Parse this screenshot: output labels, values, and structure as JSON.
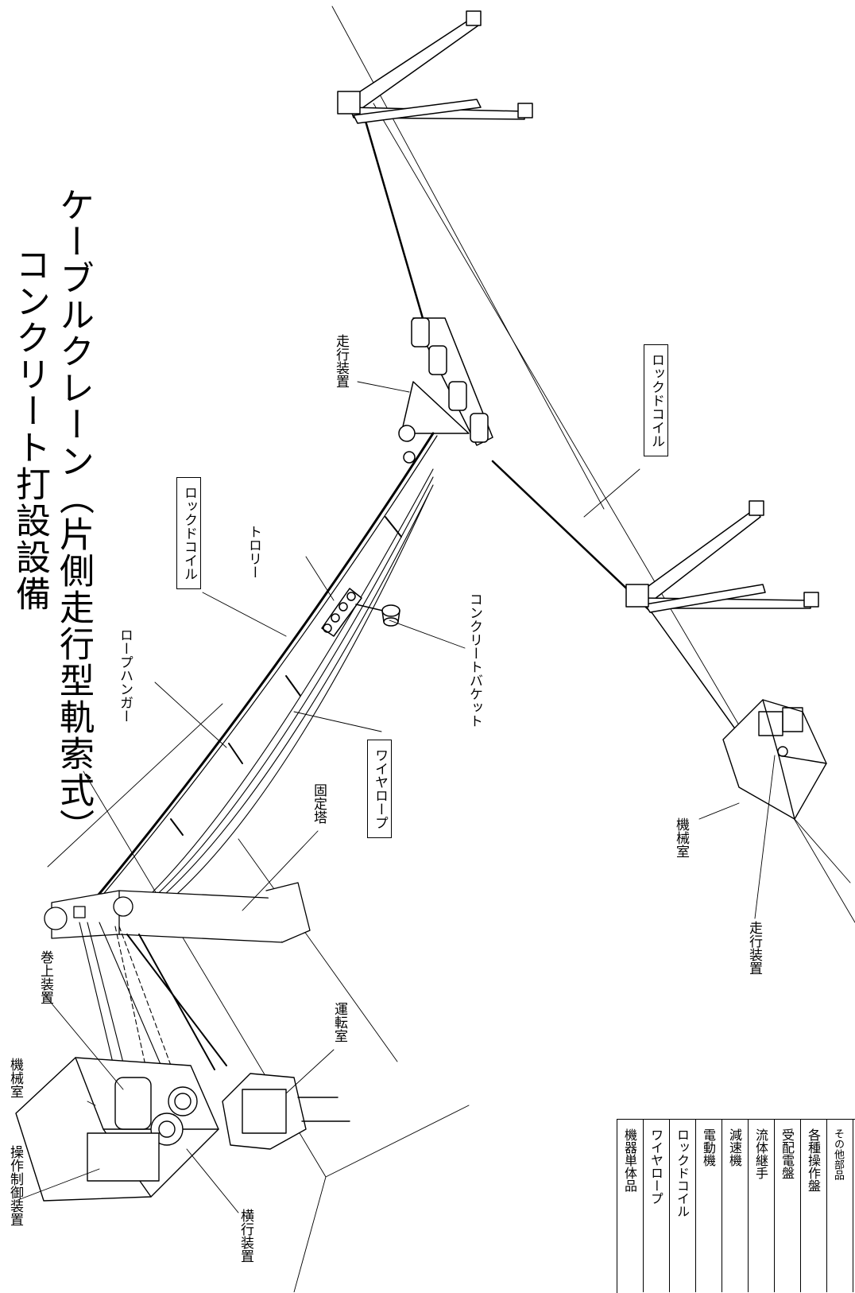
{
  "title": {
    "line1": "コンクリート打設設備",
    "line2": "ケーブルクレーン（片側走行型軌索式）"
  },
  "labels": {
    "trolley": "トロリー",
    "concrete_bucket": "コンクリートバケット",
    "rope_hanger": "ロープハンガー",
    "wire_rope": "ワイヤロープ",
    "lock_coil_top": "ロックドコイル",
    "lock_coil_right": "ロックドコイル",
    "travel_device_top": "走行装置",
    "travel_device_bottom": "走行装置",
    "fixed_tower": "固定塔",
    "machine_room_right": "機械室",
    "machine_room_left": "機械室",
    "hoist_device": "巻上装置",
    "operation_control": "操作制御装置",
    "traverse_device": "横行装置",
    "cab": "運転室"
  },
  "legend": {
    "items": [
      "機器単体品",
      "ワイヤロープ",
      "ロックドコイル",
      "電動機",
      "減速機",
      "流体継手",
      "受配電盤",
      "各種操作盤",
      "その他部品"
    ]
  }
}
